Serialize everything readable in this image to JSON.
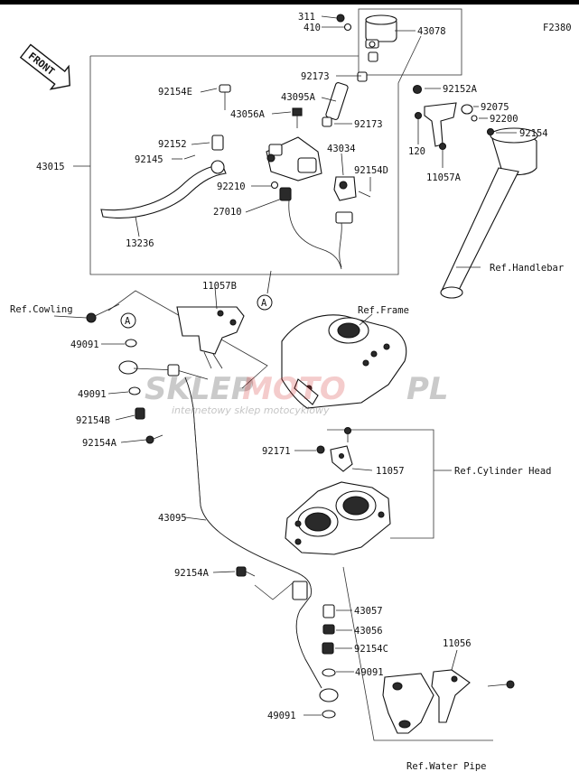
{
  "diagram": {
    "code": "F2380",
    "front_label": "FRONT",
    "watermark": {
      "brand_a": "SKLEP",
      "brand_b": "MOTO",
      "brand_c": "PL",
      "tagline": "internetowy sklep motocyklowy",
      "brand_color": "#d11a1a"
    },
    "ref_labels": {
      "handlebar": "Ref.Handlebar",
      "cowling": "Ref.Cowling",
      "frame": "Ref.Frame",
      "cylinder_head": "Ref.Cylinder Head",
      "water_pipe": "Ref.Water Pipe"
    },
    "callout_a": "A",
    "parts": {
      "p311": "311",
      "p410": "410",
      "p43078": "43078",
      "p92173a": "92173",
      "p92152a": "92152A",
      "p92154e": "92154E",
      "p43095a": "43095A",
      "p92075": "92075",
      "p43056a": "43056A",
      "p92173b": "92173",
      "p92200": "92200",
      "p43015": "43015",
      "p92152": "92152",
      "p43034": "43034",
      "p92154": "92154",
      "p120": "120",
      "p92145": "92145",
      "p92154d": "92154D",
      "p11057a": "11057A",
      "p92210": "92210",
      "p27010": "27010",
      "p13236": "13236",
      "p11057b": "11057B",
      "p49091a": "49091",
      "p49091b": "49091",
      "p92154b": "92154B",
      "p92154a1": "92154A",
      "p92171": "92171",
      "p11057": "11057",
      "p43095": "43095",
      "p92154a2": "92154A",
      "p43057": "43057",
      "p43056": "43056",
      "p92154c": "92154C",
      "p11056": "11056",
      "p49091c": "49091",
      "p49091d": "49091"
    }
  }
}
